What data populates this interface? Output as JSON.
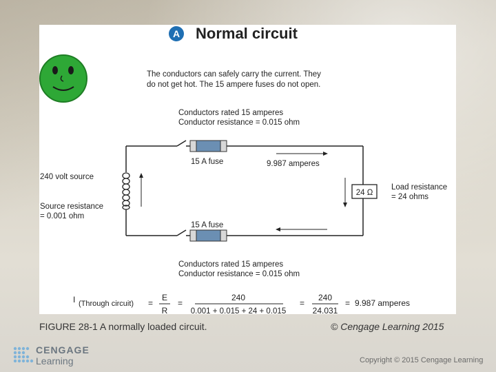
{
  "badge_letter": "A",
  "title": "Normal circuit",
  "description_line1": "The conductors can safely carry the current. They",
  "description_line2": "do not get hot. The 15 ampere fuses do not open.",
  "top_conductor_line1": "Conductors rated 15 amperes",
  "top_conductor_line2": "Conductor resistance = 0.015 ohm",
  "top_fuse_label": "15 A fuse",
  "current_label": "9.987 amperes",
  "source_label": "240 volt source",
  "source_resistance_line1": "Source resistance",
  "source_resistance_line2": "= 0.001 ohm",
  "load_value": "24 Ω",
  "load_resistance_line1": "Load resistance",
  "load_resistance_line2": "= 24 ohms",
  "bottom_fuse_label": "15 A fuse",
  "bottom_conductor_line1": "Conductors rated 15 amperes",
  "bottom_conductor_line2": "Conductor resistance = 0.015 ohm",
  "formula": {
    "i": "I",
    "through": "(Through circuit)",
    "eq1": "=",
    "e": "E",
    "r": "R",
    "eq2": "=",
    "num1": "240",
    "den1": "0.001 + 0.015 + 24 + 0.015",
    "eq3": "=",
    "num2": "240",
    "den2": "24.031",
    "eq4": "=",
    "result": "9.987 amperes"
  },
  "caption": "FIGURE 28-1 A normally loaded circuit.",
  "copyright_main": "© Cengage Learning 2015",
  "logo_line1": "CENGAGE",
  "logo_line2": "Learning",
  "footer_copyright": "Copyright © 2015 Cengage Learning",
  "colors": {
    "badge": "#1f6fb3",
    "smiley": "#2ea836",
    "fuse": "#6b8fb3"
  }
}
